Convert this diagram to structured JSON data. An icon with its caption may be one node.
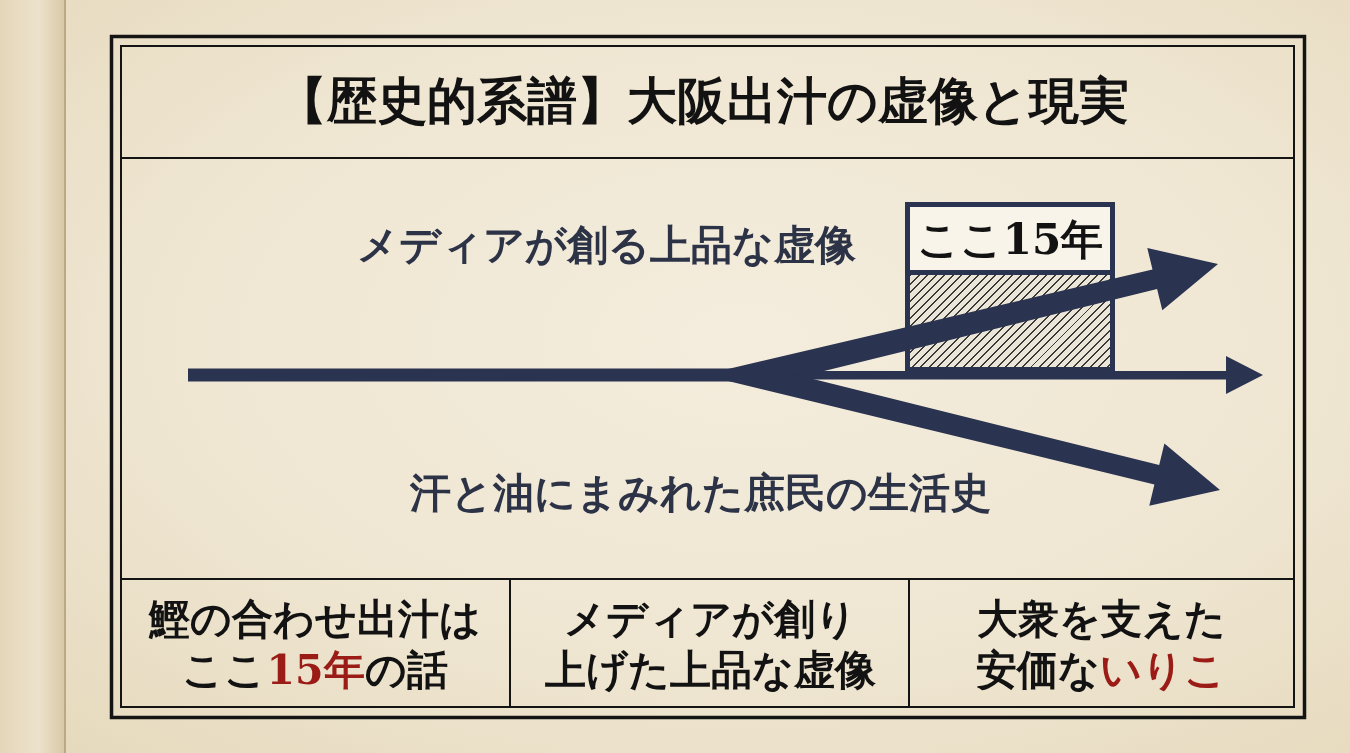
{
  "diagram": {
    "title": "【歴史的系譜】大阪出汁の虚像と現実",
    "nodes": [
      {
        "text": [
          "ここ15年"
        ]
      }
    ],
    "labels": [
      "メディアが創る上品な虚像",
      "汗と油にまみれた庶民の生活史",
      "鰹の合わせ出汁はここ**15年**の話",
      "メディアが創り上げた上品な虚像",
      "大衆を支えた安価な**いりこ**"
    ]
  }
}
